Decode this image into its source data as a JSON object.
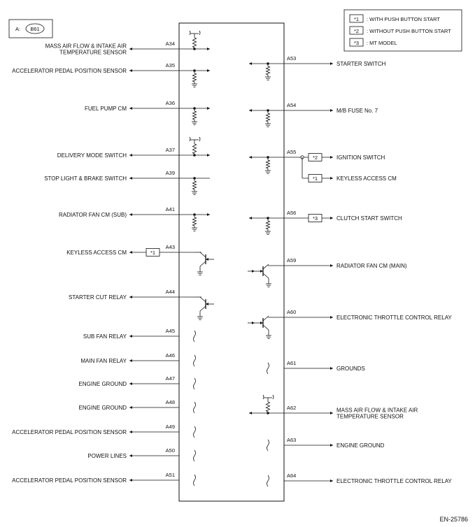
{
  "connector": {
    "prefix": "A:",
    "code": "B61"
  },
  "legend": [
    {
      "mark": "*1",
      "text": ": WITH PUSH BUTTON START"
    },
    {
      "mark": "*2",
      "text": ": WITHOUT PUSH BUTTON START"
    },
    {
      "mark": "*3",
      "text": ": MT MODEL"
    }
  ],
  "left_pins": [
    {
      "pin": "A34",
      "label": [
        "MASS AIR FLOW & INTAKE AIR",
        "TEMPERATURE SENSOR"
      ],
      "circuit": "pullup",
      "dir": "both",
      "note": ""
    },
    {
      "pin": "A35",
      "label": [
        "ACCELERATOR PEDAL POSITION SENSOR"
      ],
      "circuit": "pulldown",
      "dir": "both",
      "note": ""
    },
    {
      "pin": "A36",
      "label": [
        "FUEL PUMP CM"
      ],
      "circuit": "pulldown",
      "dir": "both",
      "note": ""
    },
    {
      "pin": "A37",
      "label": [
        "DELIVERY MODE SWITCH"
      ],
      "circuit": "pullup",
      "dir": "both",
      "note": ""
    },
    {
      "pin": "A39",
      "label": [
        "STOP LIGHT & BRAKE SWITCH"
      ],
      "circuit": "pulldown",
      "dir": "out",
      "note": ""
    },
    {
      "pin": "A41",
      "label": [
        "RADIATOR FAN CM (SUB)"
      ],
      "circuit": "pulldown",
      "dir": "both",
      "note": ""
    },
    {
      "pin": "A43",
      "label": [
        "KEYLESS ACCESS CM"
      ],
      "circuit": "transistor",
      "dir": "out",
      "note": "*1"
    },
    {
      "pin": "A44",
      "label": [
        "STARTER CUT RELAY"
      ],
      "circuit": "transistor",
      "dir": "out",
      "note": ""
    },
    {
      "pin": "A45",
      "label": [
        "SUB FAN RELAY"
      ],
      "circuit": "break",
      "dir": "out",
      "note": ""
    },
    {
      "pin": "A46",
      "label": [
        "MAIN FAN RELAY"
      ],
      "circuit": "break",
      "dir": "out",
      "note": ""
    },
    {
      "pin": "A47",
      "label": [
        "ENGINE GROUND"
      ],
      "circuit": "break",
      "dir": "out",
      "note": ""
    },
    {
      "pin": "A48",
      "label": [
        "ENGINE GROUND"
      ],
      "circuit": "break",
      "dir": "out",
      "note": ""
    },
    {
      "pin": "A49",
      "label": [
        "ACCELERATOR PEDAL POSITION SENSOR"
      ],
      "circuit": "break",
      "dir": "out",
      "note": ""
    },
    {
      "pin": "A50",
      "label": [
        "POWER LINES"
      ],
      "circuit": "break",
      "dir": "out",
      "note": ""
    },
    {
      "pin": "A51",
      "label": [
        "ACCELERATOR PEDAL POSITION SENSOR"
      ],
      "circuit": "break",
      "dir": "out",
      "note": ""
    }
  ],
  "right_pins": [
    {
      "pin": "A53",
      "label": [
        "STARTER SWITCH"
      ],
      "circuit": "pulldown",
      "note": ""
    },
    {
      "pin": "A54",
      "label": [
        "M/B FUSE No. 7"
      ],
      "circuit": "pulldown",
      "note": ""
    },
    {
      "pin": "A55",
      "label": [
        "IGNITION SWITCH"
      ],
      "circuit": "pulldown",
      "note": "*2"
    },
    {
      "pin": "A55b",
      "label": [
        "KEYLESS ACCESS CM"
      ],
      "circuit": "branch",
      "note": "*1"
    },
    {
      "pin": "A56",
      "label": [
        "CLUTCH START SWITCH"
      ],
      "circuit": "pulldown",
      "note": "*3"
    },
    {
      "pin": "A59",
      "label": [
        "RADIATOR FAN CM (MAIN)"
      ],
      "circuit": "transistor",
      "note": ""
    },
    {
      "pin": "A60",
      "label": [
        "ELECTRONIC THROTTLE CONTROL RELAY"
      ],
      "circuit": "transistor",
      "note": ""
    },
    {
      "pin": "A61",
      "label": [
        "GROUNDS"
      ],
      "circuit": "break",
      "note": ""
    },
    {
      "pin": "A62",
      "label": [
        "MASS AIR FLOW & INTAKE AIR",
        "TEMPERATURE SENSOR"
      ],
      "circuit": "pullup",
      "note": ""
    },
    {
      "pin": "A63",
      "label": [
        "ENGINE GROUND"
      ],
      "circuit": "break",
      "note": ""
    },
    {
      "pin": "A64",
      "label": [
        "ELECTRONIC THROTTLE CONTROL RELAY"
      ],
      "circuit": "break",
      "note": ""
    }
  ],
  "figure_id": "EN-25786"
}
